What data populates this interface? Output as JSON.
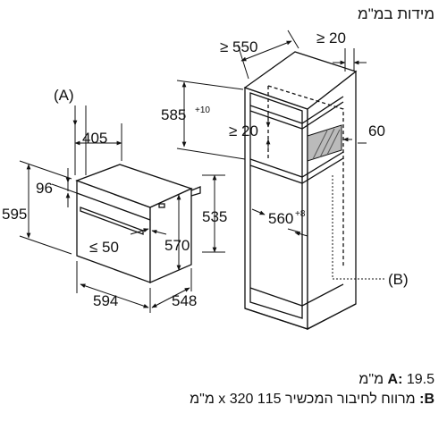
{
  "title": "מידות במ\"מ",
  "labels": {
    "A": "(A)",
    "B": "(B)"
  },
  "dimensions": {
    "oven_width": "594",
    "oven_depth": "548",
    "oven_height": "595",
    "panel_height": "96",
    "panel_depth": "405",
    "oven_side_height": "570",
    "body_height": "535",
    "door_gap": "≤ 50",
    "niche_depth": "≥ 550",
    "top_gap": "≥ 20",
    "niche_height_main": "585",
    "niche_height_tol": "+10",
    "shelf_gap": "≥ 20",
    "vent": "60",
    "niche_width_main": "560",
    "niche_width_tol": "+8"
  },
  "legend": [
    {
      "key": "A:",
      "text": "19.5 מ\"מ"
    },
    {
      "key": "B:",
      "text": "מרווח לחיבור המכשיר 115 x 320 מ\"מ"
    }
  ]
}
